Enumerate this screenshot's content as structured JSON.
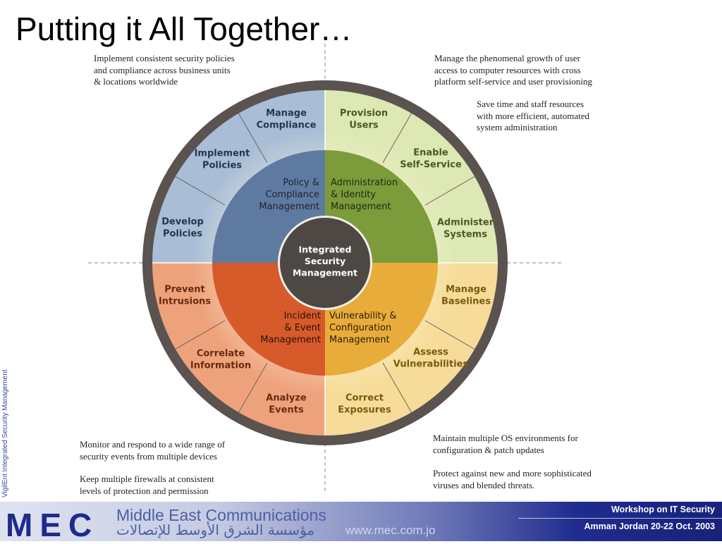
{
  "title": "Putting it All Together…",
  "side_label": "VigilEnt Integrated Security Management",
  "center": {
    "lines": [
      "Integrated",
      "Security",
      "Management"
    ]
  },
  "inner": [
    {
      "id": "policy",
      "lines": [
        "Policy &",
        "Compliance",
        "Management"
      ]
    },
    {
      "id": "admin",
      "lines": [
        "Administration",
        "& Identity",
        "Management"
      ]
    },
    {
      "id": "incident",
      "lines": [
        "Incident",
        "& Event",
        "Management"
      ]
    },
    {
      "id": "vuln",
      "lines": [
        "Vulnerability &",
        "Configuration",
        "Management"
      ]
    }
  ],
  "outer": [
    {
      "id": "manage-compliance",
      "lines": [
        "Manage",
        "Compliance"
      ]
    },
    {
      "id": "implement-policies",
      "lines": [
        "Implement",
        "Policies"
      ]
    },
    {
      "id": "develop-policies",
      "lines": [
        "Develop",
        "Policies"
      ]
    },
    {
      "id": "provision-users",
      "lines": [
        "Provision",
        "Users"
      ]
    },
    {
      "id": "enable-self-service",
      "lines": [
        "Enable",
        "Self-Service"
      ]
    },
    {
      "id": "administer-systems",
      "lines": [
        "Administer",
        "Systems"
      ]
    },
    {
      "id": "prevent-intrusions",
      "lines": [
        "Prevent",
        "Intrusions"
      ]
    },
    {
      "id": "correlate-information",
      "lines": [
        "Correlate",
        "Information"
      ]
    },
    {
      "id": "analyze-events",
      "lines": [
        "Analyze",
        "Events"
      ]
    },
    {
      "id": "manage-baselines",
      "lines": [
        "Manage",
        "Baselines"
      ]
    },
    {
      "id": "assess-vulnerabilities",
      "lines": [
        "Assess",
        "Vulnerabilities"
      ]
    },
    {
      "id": "correct-exposures",
      "lines": [
        "Correct",
        "Exposures"
      ]
    }
  ],
  "notes": {
    "top_left": [
      "Implement consistent security policies",
      "and compliance across business units",
      "& locations worldwide"
    ],
    "top_right_1": [
      "Manage the phenomenal growth of user",
      "access to computer resources with cross",
      "platform self-service and user provisioning"
    ],
    "top_right_2": [
      "Save time and staff resources",
      "with more efficient, automated",
      "system administration"
    ],
    "bottom_left_1": [
      "Monitor and respond to a wide range of",
      "security events from multiple devices"
    ],
    "bottom_left_2": [
      "Keep multiple firewalls at consistent",
      "levels of protection and permission"
    ],
    "bottom_right_1": [
      "Maintain multiple OS environments for",
      "configuration & patch updates"
    ],
    "bottom_right_2": [
      "Protect against new and more sophisticated",
      "viruses and blended threats."
    ]
  },
  "footer": {
    "logo": "MEC",
    "company": "Middle East Communications",
    "arabic": "مؤسسة الشرق الأوسط للإتصالات",
    "url": "www.mec.com.jo",
    "workshop": "Workshop on IT Security",
    "location": "Amman Jordan 20-22 Oct. 2003"
  },
  "colors": {
    "ring": "#5a5350",
    "center": "#4e4845",
    "inner_policy": "#5f7aa0",
    "inner_admin": "#7c9b3a",
    "inner_incident": "#d65a2a",
    "inner_vuln": "#e8ac3a",
    "outer_policy": "#a9bed6",
    "outer_admin": "#dde8b4",
    "outer_incident": "#eea27c",
    "outer_vuln": "#f6dc98"
  }
}
